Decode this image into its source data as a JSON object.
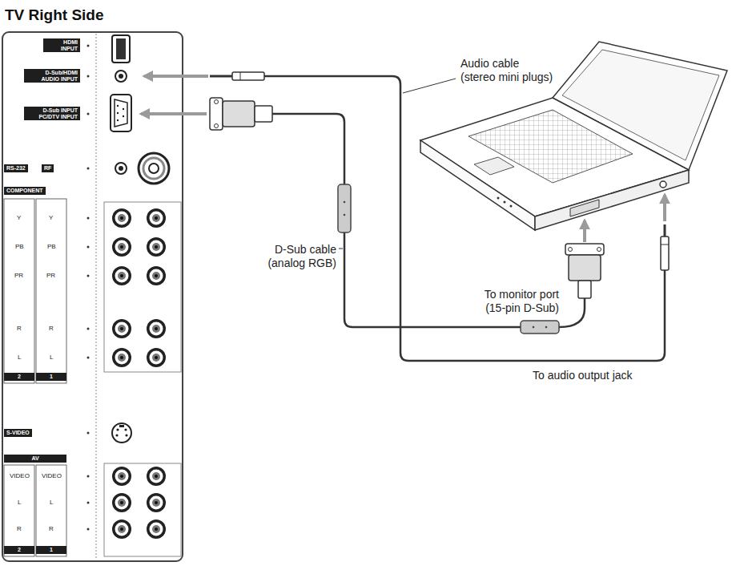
{
  "diagram": {
    "title": "TV Right Side",
    "labels": [
      "HDMI INPUT",
      "D-Sub/HDMI AUDIO INPUT",
      "D-Sub INPUT PC/DTV INPUT",
      "RS-232",
      "RF",
      "COMPONENT",
      "Y",
      "Y",
      "PB",
      "PB",
      "PR",
      "PR",
      "R",
      "R",
      "L",
      "L",
      "2",
      "1",
      "S-VIDEO",
      "AV",
      "VIDEO",
      "VIDEO",
      "L",
      "L",
      "R",
      "R",
      "2",
      "1",
      "Audio cable (stereo mini plugs)",
      "D-Sub cable (analog RGB)",
      "To monitor port (15-pin D-Sub)",
      "To audio output jack"
    ]
  }
}
